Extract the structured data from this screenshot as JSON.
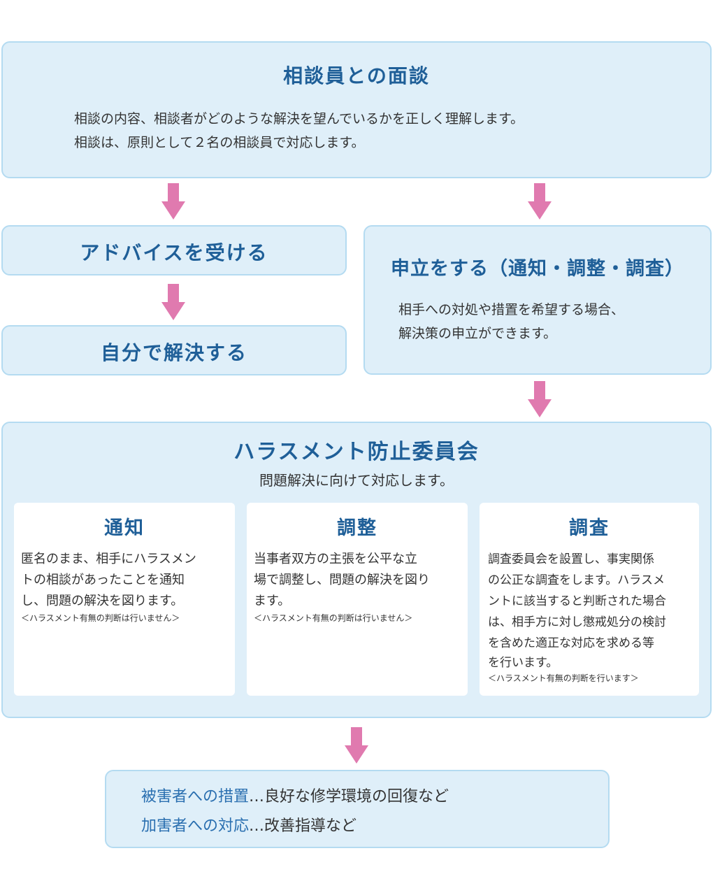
{
  "interview": {
    "title": "相談員との面談",
    "lines": [
      "相談の内容、相談者がどのような解決を望んでいるかを正しく理解します。",
      "相談は、原則として２名の相談員で対応します。"
    ]
  },
  "advice": {
    "title": "アドバイスを受ける"
  },
  "self_resolve": {
    "title": "自分で解決する"
  },
  "petition": {
    "title": "申立をする（通知・調整・調査）",
    "lines": [
      "相手への対処や措置を希望する場合、",
      "解決策の申立ができます。"
    ]
  },
  "committee": {
    "title": "ハラスメント防止委員会",
    "subtitle": "問題解決に向けて対応します。",
    "cards": [
      {
        "title": "通知",
        "lines": [
          "匿名のまま、相手にハラスメン",
          "トの相談があったことを通知",
          "し、問題の解決を図ります。"
        ],
        "note": "＜ハラスメント有無の判断は行いません＞"
      },
      {
        "title": "調整",
        "lines": [
          "当事者双方の主張を公平な立",
          "場で調整し、問題の解決を図り",
          "ます。"
        ],
        "note": "＜ハラスメント有無の判断は行いません＞"
      },
      {
        "title": "調査",
        "lines": [
          "調査委員会を設置し、事実関係",
          "の公正な調査をします。ハラスメ",
          "ントに該当すると判断された場合",
          "は、相手方に対し懲戒処分の検討",
          "を含めた適正な対応を求める等",
          "を行います。"
        ],
        "note": "＜ハラスメント有無の判断を行います＞"
      }
    ]
  },
  "outcome": {
    "items": [
      {
        "label": "被害者への措置",
        "text": "…良好な修学環境の回復など"
      },
      {
        "label": "加害者への対応",
        "text": "…改善指導など"
      }
    ]
  },
  "colors": {
    "box_fill": "#dfeff9",
    "box_border": "#b4dbf1",
    "title_blue": "#1f5f98",
    "arrow_pink": "#e07aaf"
  }
}
